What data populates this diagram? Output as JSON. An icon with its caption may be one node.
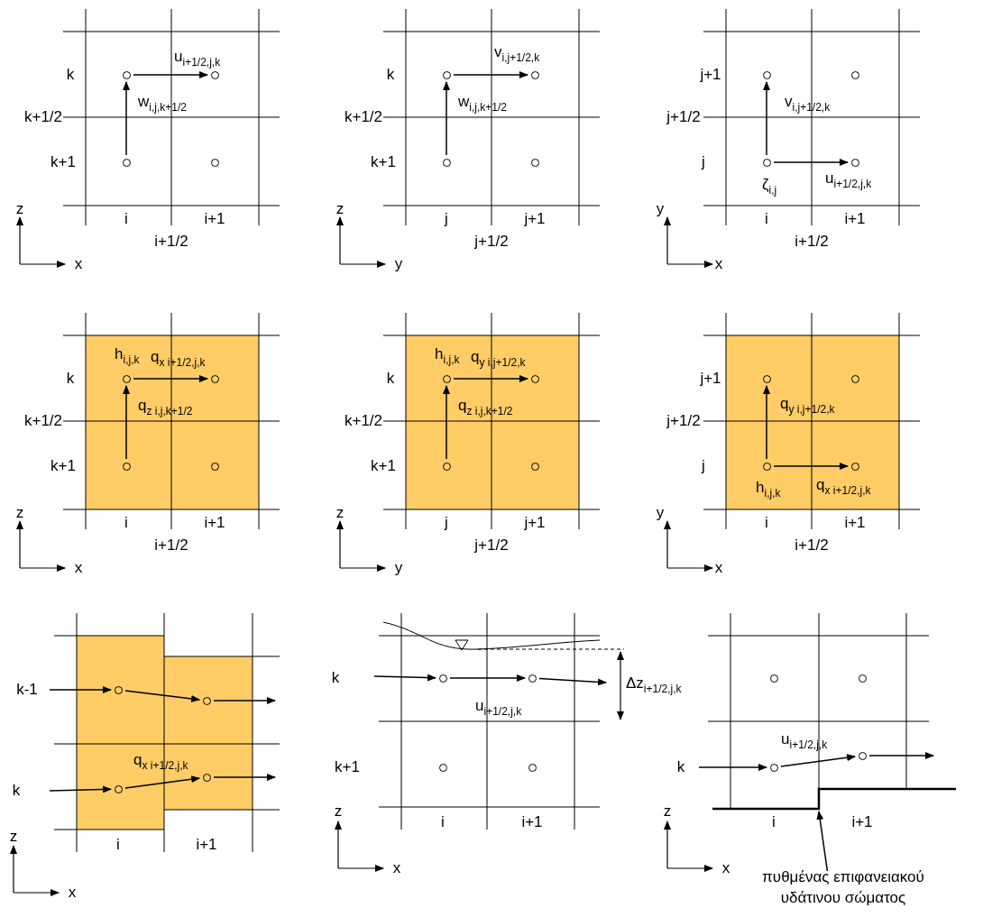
{
  "diagram": {
    "nodes": [
      {
        "text": [],
        "shape": "circle"
      },
      {
        "text": [],
        "shape": "circle"
      },
      {
        "text": [],
        "shape": "circle"
      },
      {
        "text": [],
        "shape": "circle"
      },
      {
        "text": [],
        "shape": "circle"
      },
      {
        "text": [],
        "shape": "circle"
      },
      {
        "text": [],
        "shape": "circle"
      },
      {
        "text": [],
        "shape": "circle"
      },
      {
        "text": [],
        "shape": "circle"
      },
      {
        "text": [],
        "shape": "circle"
      },
      {
        "text": [],
        "shape": "circle",
        "beside": [
          "ζ$_{i,j}$"
        ]
      },
      {
        "text": [],
        "shape": "circle"
      },
      {
        "text": [],
        "shape": "circle",
        "beside": [
          "h$_{i,j,k}$"
        ]
      },
      {
        "text": [],
        "shape": "circle"
      },
      {
        "text": [],
        "shape": "circle"
      },
      {
        "text": [],
        "shape": "circle"
      },
      {
        "text": [],
        "shape": "circle",
        "beside": [
          "h$_{i,j,k}$"
        ]
      },
      {
        "text": [],
        "shape": "circle"
      },
      {
        "text": [],
        "shape": "circle"
      },
      {
        "text": [],
        "shape": "circle"
      },
      {
        "text": [],
        "shape": "circle"
      },
      {
        "text": [],
        "shape": "circle"
      },
      {
        "text": [],
        "shape": "circle",
        "beside": [
          "h$_{i,j,k}$"
        ]
      },
      {
        "text": [],
        "shape": "circle"
      },
      {
        "text": [],
        "shape": "circle"
      },
      {
        "text": [],
        "shape": "circle"
      },
      {
        "text": [],
        "shape": "circle"
      },
      {
        "text": [],
        "shape": "circle"
      },
      {
        "text": [],
        "shape": "circle"
      },
      {
        "text": [],
        "shape": "circle"
      },
      {
        "text": [],
        "shape": "circle"
      },
      {
        "text": [],
        "shape": "circle"
      },
      {
        "text": [],
        "shape": "circle"
      },
      {
        "text": [],
        "shape": "circle"
      },
      {
        "text": [],
        "shape": "circle"
      },
      {
        "text": [],
        "shape": "circle"
      },
      {
        "text": [
          "πυθμένας επιφανειακού υδάτινου σώματος"
        ]
      }
    ],
    "edges": [
      {
        "from": 0,
        "to": 1,
        "arrow": "to",
        "label": "u$_{i+1/2,j,k}$"
      },
      {
        "from": 2,
        "to": 0,
        "arrow": "to",
        "label": "w$_{i,j,k+1/2}$"
      },
      {
        "from": 4,
        "to": 5,
        "arrow": "to",
        "label": "v$_{i,j+1/2,k}$"
      },
      {
        "from": 6,
        "to": 4,
        "arrow": "to",
        "label": "w$_{i,j,k+1/2}$"
      },
      {
        "from": 10,
        "to": 8,
        "arrow": "to",
        "label": "v$_{i,j+1/2,k}$"
      },
      {
        "from": 10,
        "to": 11,
        "arrow": "to",
        "label": "u$_{i+1/2,j,k}$"
      },
      {
        "from": 12,
        "to": 13,
        "arrow": "to",
        "label": "q$_{x i+1/2,j,k}$"
      },
      {
        "from": 14,
        "to": 12,
        "arrow": "to",
        "label": "q$_{z i,j,k+1/2}$"
      },
      {
        "from": 16,
        "to": 17,
        "arrow": "to",
        "label": "q$_{y i,j+1/2,k}$"
      },
      {
        "from": 18,
        "to": 16,
        "arrow": "to",
        "label": "q$_{z i,j,k+1/2}$"
      },
      {
        "from": 22,
        "to": 20,
        "arrow": "to",
        "label": "q$_{y i,j+1/2,k}$"
      },
      {
        "from": 22,
        "to": 23,
        "arrow": "to",
        "label": "q$_{x i+1/2,j,k}$"
      },
      {
        "from": null,
        "to": 24,
        "arrow": "to"
      },
      {
        "from": 24,
        "to": 25,
        "arrow": "to"
      },
      {
        "from": 25,
        "to": null,
        "arrow": "to"
      },
      {
        "from": null,
        "to": 26,
        "arrow": "to"
      },
      {
        "from": 26,
        "to": 27,
        "arrow": "to",
        "label": "q$_{x i+1/2,j,k}$"
      },
      {
        "from": 27,
        "to": null,
        "arrow": "to"
      },
      {
        "from": null,
        "to": 28,
        "arrow": "to"
      },
      {
        "from": 28,
        "to": 29,
        "arrow": "to",
        "label": "u$_{i+1/2,j,k}$"
      },
      {
        "from": 29,
        "to": null,
        "arrow": "to"
      },
      {
        "from": null,
        "to": 34,
        "arrow": "to"
      },
      {
        "from": 34,
        "to": 35,
        "arrow": "to",
        "label": "u$_{i+1/2,j,k}$"
      },
      {
        "from": 35,
        "to": null,
        "arrow": "to"
      },
      {
        "from": 36,
        "to": null,
        "arrow": "to"
      }
    ],
    "labels": [
      "k",
      "k+1/2",
      "k+1",
      "i",
      "i+1",
      "i+1/2",
      "z",
      "x",
      "k",
      "k+1/2",
      "k+1",
      "j",
      "j+1",
      "j+1/2",
      "z",
      "y",
      "j+1",
      "j+1/2",
      "j",
      "i",
      "i+1",
      "i+1/2",
      "y",
      "x",
      "k",
      "k+1/2",
      "k+1",
      "i",
      "i+1",
      "i+1/2",
      "z",
      "x",
      "k",
      "k+1/2",
      "k+1",
      "j",
      "j+1",
      "j+1/2",
      "z",
      "y",
      "j+1",
      "j+1/2",
      "j",
      "i",
      "i+1",
      "i+1/2",
      "y",
      "x",
      "k-1",
      "k",
      "i",
      "i+1",
      "z",
      "x",
      "k",
      "Δz$_{i+1/2,j,k}$",
      "k+1",
      "i",
      "i+1",
      "z",
      "x",
      "k",
      "i",
      "i+1",
      "z",
      "x"
    ]
  }
}
